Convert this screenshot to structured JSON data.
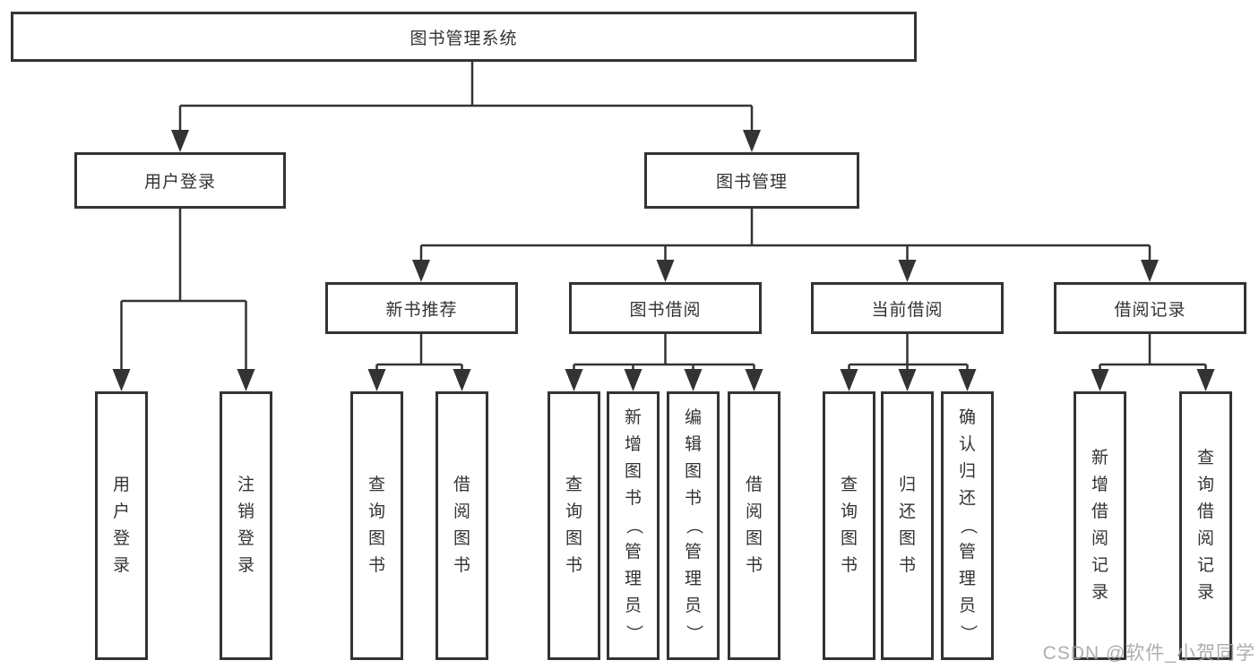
{
  "diagram": {
    "colors": {
      "line": "#333333",
      "text": "#333333",
      "box_border": "#333333",
      "background": "#ffffff",
      "watermark": "#a5a5a5"
    },
    "root": {
      "label": "图书管理系统"
    },
    "level2": [
      {
        "label": "用户登录"
      },
      {
        "label": "图书管理"
      }
    ],
    "level3": [
      {
        "label": "新书推荐",
        "parent": "图书管理"
      },
      {
        "label": "图书借阅",
        "parent": "图书管理"
      },
      {
        "label": "当前借阅",
        "parent": "图书管理"
      },
      {
        "label": "借阅记录",
        "parent": "图书管理"
      }
    ],
    "leaves": [
      {
        "label": "用户登录",
        "parent": "用户登录"
      },
      {
        "label": "注销登录",
        "parent": "用户登录"
      },
      {
        "label": "查询图书",
        "parent": "新书推荐"
      },
      {
        "label": "借阅图书",
        "parent": "新书推荐"
      },
      {
        "label": "查询图书",
        "parent": "图书借阅"
      },
      {
        "label": "新增图书（管理员）",
        "parent": "图书借阅"
      },
      {
        "label": "编辑图书（管理员）",
        "parent": "图书借阅"
      },
      {
        "label": "借阅图书",
        "parent": "图书借阅"
      },
      {
        "label": "查询图书",
        "parent": "当前借阅"
      },
      {
        "label": "归还图书",
        "parent": "当前借阅"
      },
      {
        "label": "确认归还（管理员）",
        "parent": "当前借阅"
      },
      {
        "label": "新增借阅记录",
        "parent": "借阅记录"
      },
      {
        "label": "查询借阅记录",
        "parent": "借阅记录"
      }
    ],
    "watermark": "CSDN @软件_小贺同学"
  }
}
